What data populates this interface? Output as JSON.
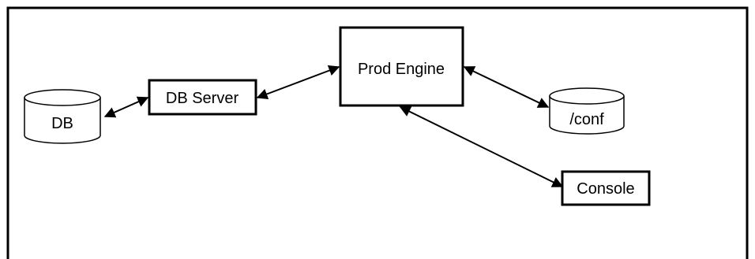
{
  "nodes": {
    "db": {
      "label": "DB",
      "shape": "cylinder"
    },
    "db_server": {
      "label": "DB Server",
      "shape": "box"
    },
    "prod_engine": {
      "label": "Prod Engine",
      "shape": "box"
    },
    "conf": {
      "label": "/conf",
      "shape": "cylinder"
    },
    "console": {
      "label": "Console",
      "shape": "box"
    }
  },
  "edges": [
    {
      "from": "db",
      "to": "db_server",
      "direction": "both"
    },
    {
      "from": "db_server",
      "to": "prod_engine",
      "direction": "both"
    },
    {
      "from": "prod_engine",
      "to": "conf",
      "direction": "both"
    },
    {
      "from": "prod_engine",
      "to": "console",
      "direction": "both"
    }
  ],
  "style": {
    "stroke_color": "#000000",
    "background": "#ffffff"
  }
}
